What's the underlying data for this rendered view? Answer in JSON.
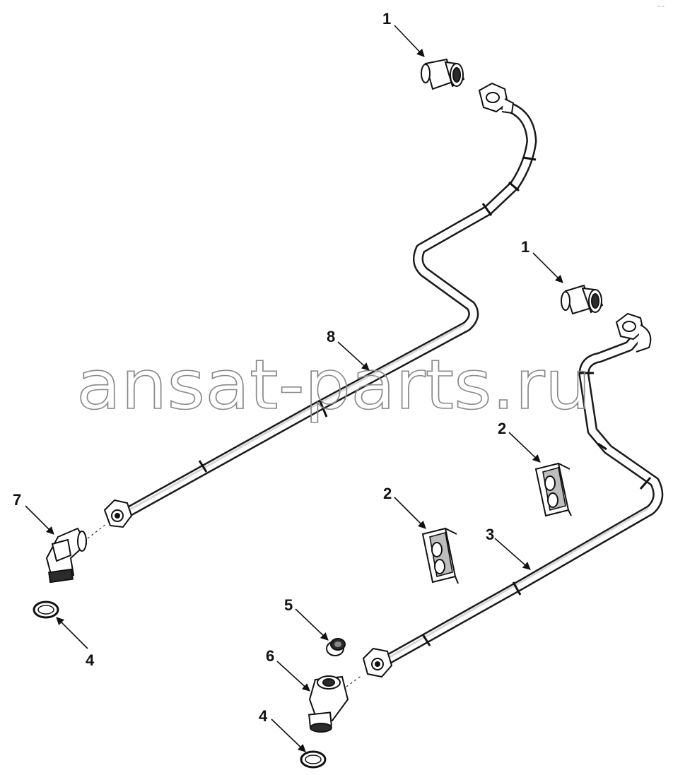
{
  "diagram": {
    "callouts": [
      "1",
      "1",
      "2",
      "2",
      "3",
      "4",
      "4",
      "5",
      "6",
      "7",
      "8"
    ],
    "watermark": "ansat-parts.ru",
    "corner_mark": "-·-"
  },
  "colors": {
    "line": "#111111",
    "watermark": "#8a8a8a",
    "background": "#ffffff"
  }
}
